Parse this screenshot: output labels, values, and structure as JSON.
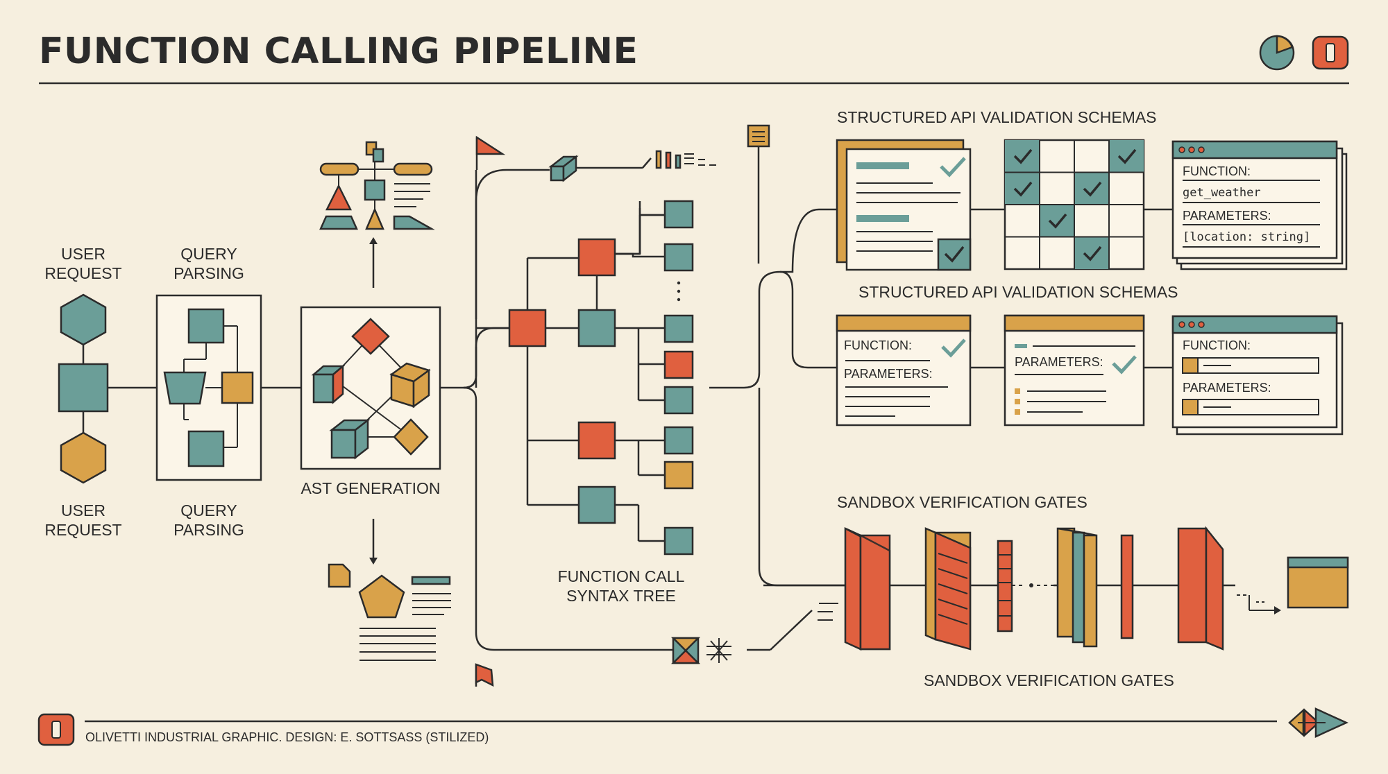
{
  "title": "FUNCTION CALLING PIPELINE",
  "colors": {
    "background": "#f6efdf",
    "ink": "#2b2b2b",
    "teal": "#6b9e98",
    "orange": "#e0603f",
    "mustard": "#d9a24a"
  },
  "stages": {
    "user_request_top": "USER\nREQUEST",
    "user_request_bottom": "USER\nREQUEST",
    "query_parsing_top": "QUERY\nPARSING",
    "query_parsing_bottom": "QUERY\nPARSING",
    "ast_generation": "AST GENERATION",
    "syntax_tree": "FUNCTION CALL\nSYNTAX TREE",
    "schemas_title_1": "STRUCTURED API VALIDATION SCHEMAS",
    "schemas_title_2": "STRUCTURED API VALIDATION SCHEMAS",
    "sandbox_title_1": "SANDBOX VERIFICATION GATES",
    "sandbox_title_2": "SANDBOX VERIFICATION GATES"
  },
  "schema_cards": {
    "top": {
      "function_label": "FUNCTION:",
      "function_value": "get_weather",
      "parameters_label": "PARAMETERS:",
      "parameters_value": "[location: string]"
    },
    "bottom_left": {
      "function_label": "FUNCTION:",
      "parameters_label": "PARAMETERS:"
    },
    "bottom_middle": {
      "parameters_label": "PARAMETERS:"
    },
    "bottom_right": {
      "function_label": "FUNCTION:",
      "parameters_label": "PARAMETERS:"
    }
  },
  "footer": {
    "credit": "OLIVETTI INDUSTRIAL GRAPHIC. DESIGN: E. SOTTSASS (STILIZED)"
  },
  "icons": [
    "pie-chart-icon",
    "power-switch-icon",
    "navigation-arrows-icon",
    "flag-icon",
    "document-icon",
    "checkmark-icon",
    "cube-icon"
  ]
}
